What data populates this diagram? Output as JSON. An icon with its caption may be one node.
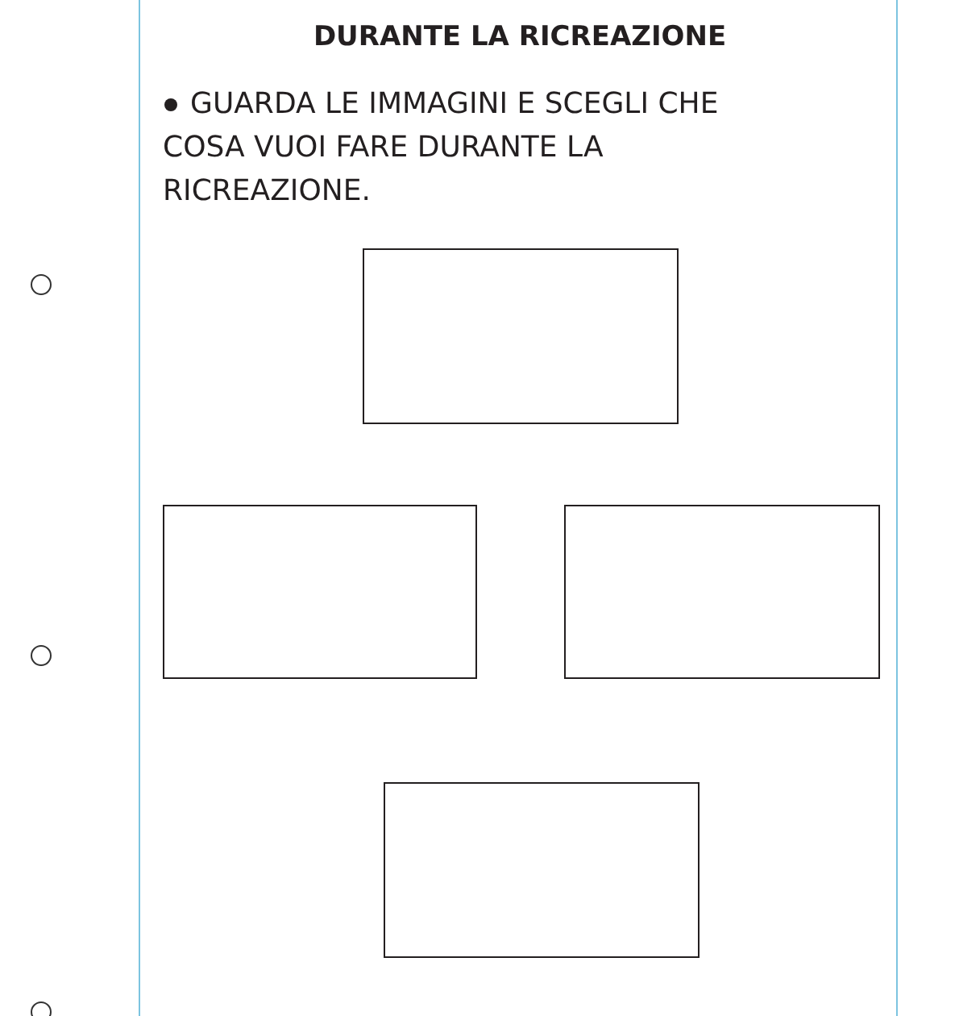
{
  "diagram": {
    "title": "DURANTE LA RICREAZIONE",
    "nodes": [
      {
        "text": [],
        "shape": "box"
      },
      {
        "text": [],
        "shape": "box"
      },
      {
        "text": [],
        "shape": "box"
      },
      {
        "text": [],
        "shape": "box"
      }
    ],
    "labels": [
      "GUARDA LE IMMAGINI E SCEGLI CHE COSA VUOI FARE DURANTE LA RICREAZIONE."
    ]
  }
}
